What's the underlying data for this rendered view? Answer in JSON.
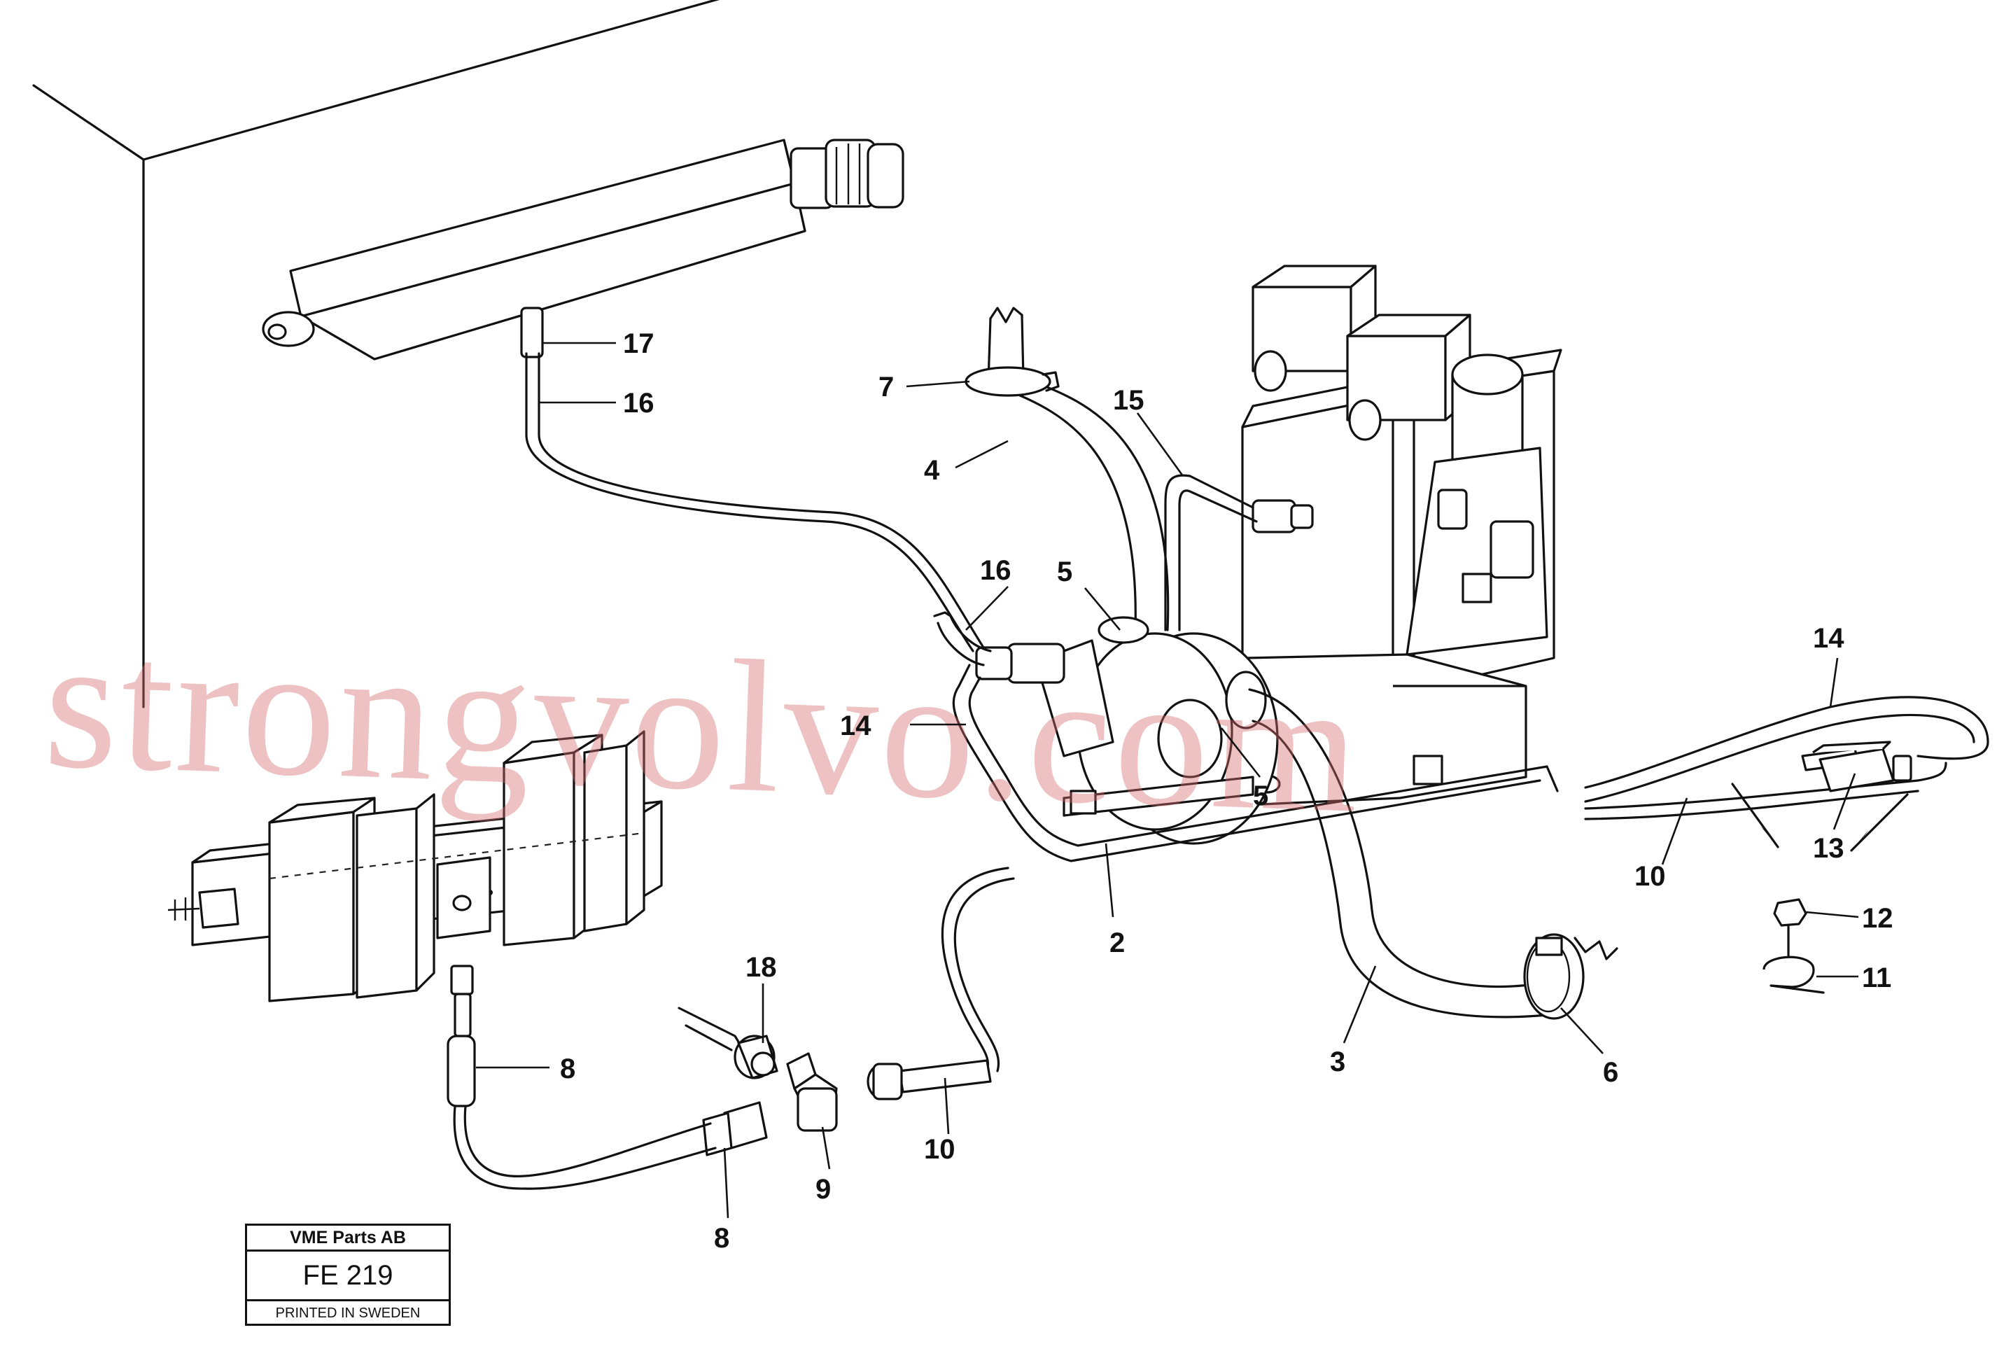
{
  "watermark": "strongvolvo.com",
  "title_block": {
    "company": "VME Parts AB",
    "code": "FE 219",
    "printed": "PRINTED IN SWEDEN"
  },
  "callouts": [
    {
      "id": "c17",
      "label": "17"
    },
    {
      "id": "c16a",
      "label": "16"
    },
    {
      "id": "c7",
      "label": "7"
    },
    {
      "id": "c4",
      "label": "4"
    },
    {
      "id": "c15",
      "label": "15"
    },
    {
      "id": "c16b",
      "label": "16"
    },
    {
      "id": "c5a",
      "label": "5"
    },
    {
      "id": "c14a",
      "label": "14"
    },
    {
      "id": "c5b",
      "label": "5"
    },
    {
      "id": "c2",
      "label": "2"
    },
    {
      "id": "c3",
      "label": "3"
    },
    {
      "id": "c6",
      "label": "6"
    },
    {
      "id": "c14b",
      "label": "14"
    },
    {
      "id": "c13",
      "label": "13"
    },
    {
      "id": "c10a",
      "label": "10"
    },
    {
      "id": "c12",
      "label": "12"
    },
    {
      "id": "c11",
      "label": "11"
    },
    {
      "id": "c18",
      "label": "18"
    },
    {
      "id": "c8a",
      "label": "8"
    },
    {
      "id": "c9",
      "label": "9"
    },
    {
      "id": "c10b",
      "label": "10"
    },
    {
      "id": "c8b",
      "label": "8"
    }
  ]
}
